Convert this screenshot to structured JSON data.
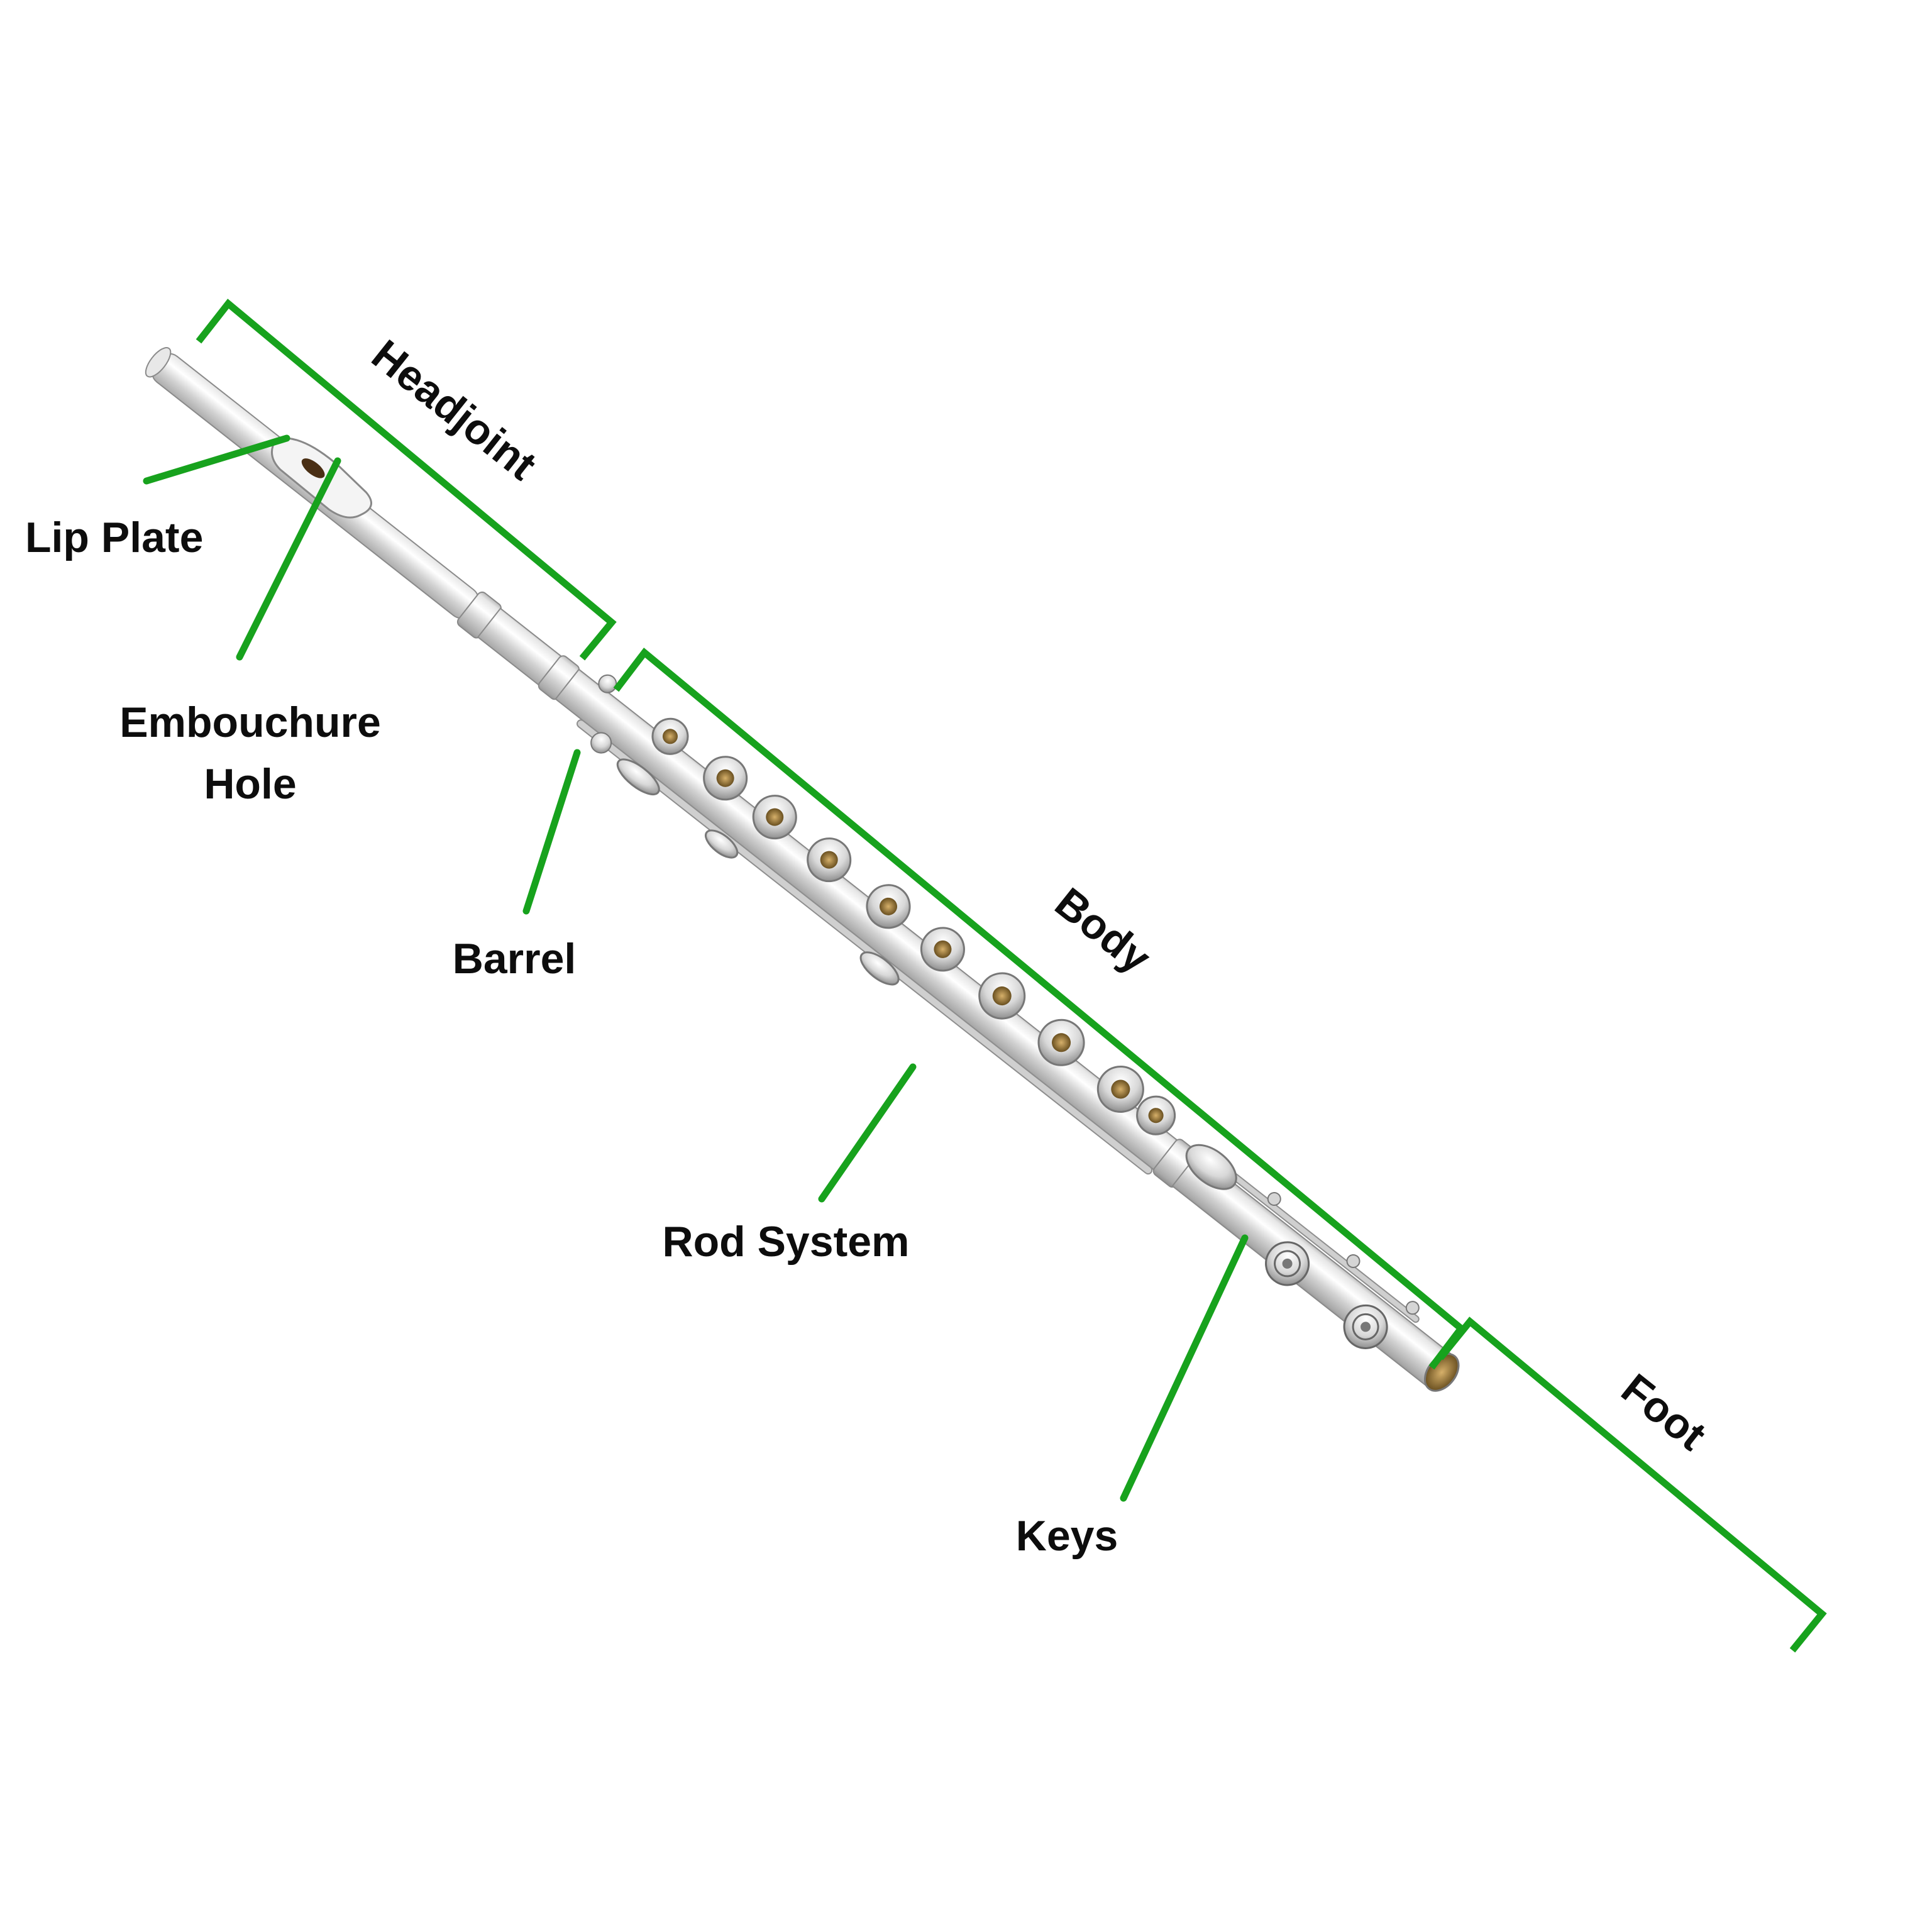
{
  "diagram": {
    "subject": "flute",
    "accent_color": "#17a21d",
    "sections": [
      {
        "id": "headjoint",
        "label": "Headjoint"
      },
      {
        "id": "body",
        "label": "Body"
      },
      {
        "id": "foot",
        "label": "Foot"
      }
    ],
    "parts": [
      {
        "id": "lip-plate",
        "label": "Lip Plate"
      },
      {
        "id": "embouchure-hole",
        "label_line1": "Embouchure",
        "label_line2": "Hole"
      },
      {
        "id": "barrel",
        "label": "Barrel"
      },
      {
        "id": "rod-system",
        "label": "Rod System"
      },
      {
        "id": "keys",
        "label": "Keys"
      }
    ]
  }
}
